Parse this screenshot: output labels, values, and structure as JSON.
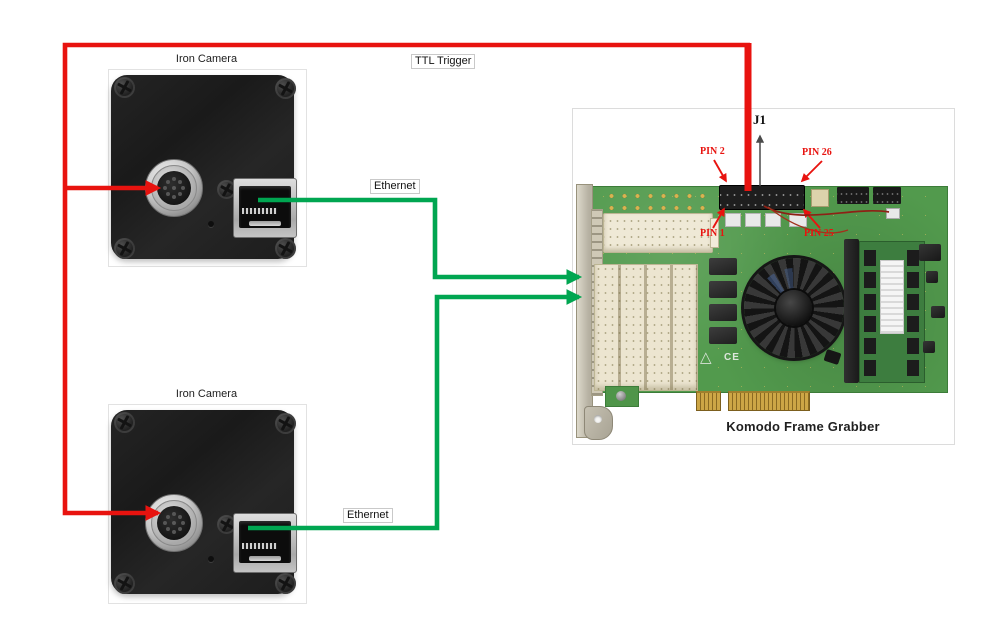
{
  "cameras": [
    {
      "label": "Iron Camera"
    },
    {
      "label": "Iron Camera"
    }
  ],
  "connections": {
    "ttl_trigger": {
      "label": "TTL Trigger",
      "color": "#e8130f"
    },
    "ethernet_top": {
      "label": "Ethernet",
      "color": "#00a651"
    },
    "ethernet_bottom": {
      "label": "Ethernet",
      "color": "#00a651"
    }
  },
  "frame_grabber": {
    "label": "Komodo Frame Grabber",
    "connector_label": "J1",
    "pins": [
      {
        "label": "PIN 2"
      },
      {
        "label": "PIN 26"
      },
      {
        "label": "PIN 1"
      },
      {
        "label": "PIN 25"
      }
    ],
    "pcb_marking": "CE"
  }
}
